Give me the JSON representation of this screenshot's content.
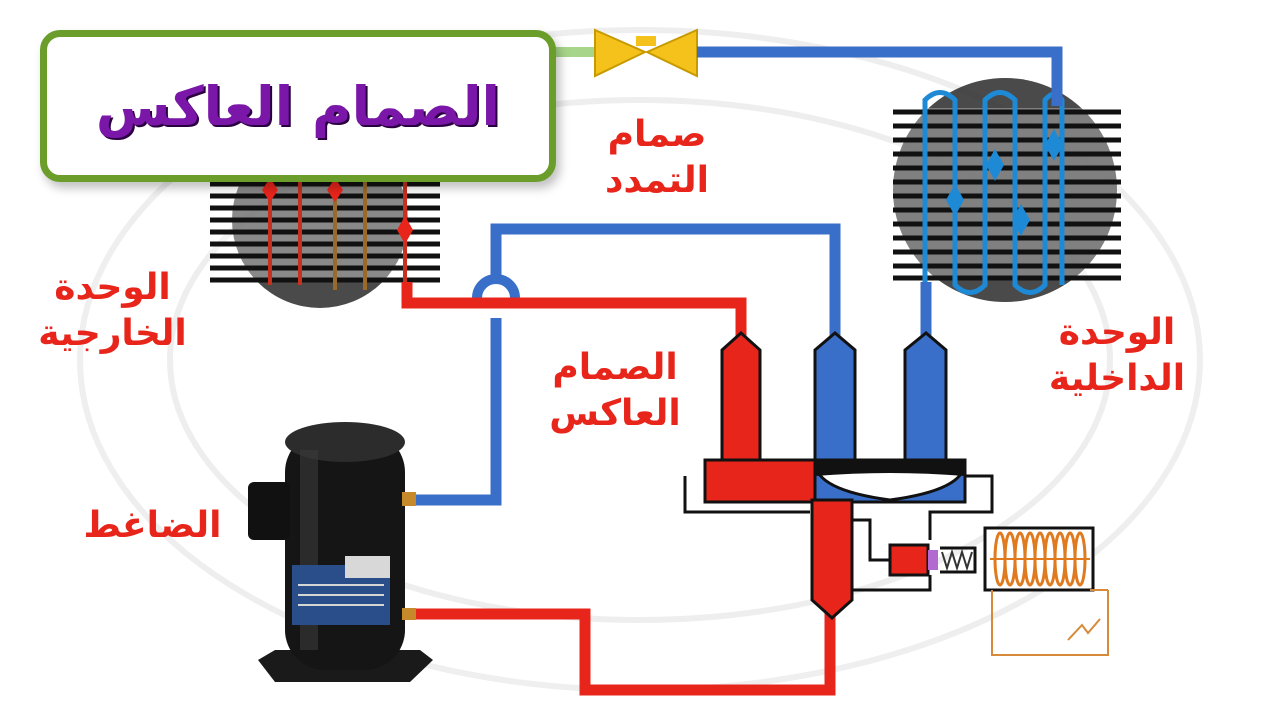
{
  "title": "الصمام العاكس",
  "labels": {
    "expansion_valve": [
      "صمام",
      "التمدد"
    ],
    "outdoor_unit": [
      "الوحدة",
      "الخارجية"
    ],
    "indoor_unit": [
      "الوحدة",
      "الداخلية"
    ],
    "reversing_valve": [
      "الصمام",
      "العاكس"
    ],
    "compressor": "الضاغط"
  },
  "colors": {
    "hot_line": "#e8251b",
    "cold_line": "#3a6fc9",
    "frame": "#6a9d2a",
    "title_text": "#7a16a8",
    "valve": "#f4c21a",
    "coil": "#e07a1e"
  }
}
